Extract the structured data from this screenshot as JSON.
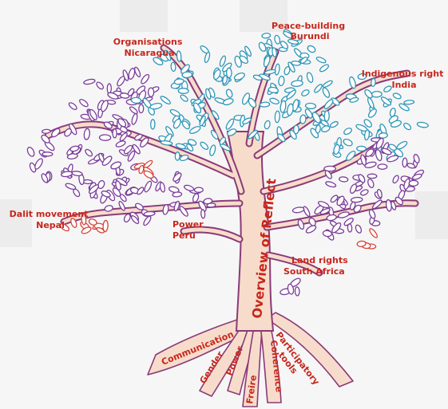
{
  "diagram": {
    "trunk_label": "Overview of Reflect",
    "branches": {
      "organisations": [
        "Organisations",
        "Nicaragua"
      ],
      "peace": [
        "Peace-building",
        "Burundi"
      ],
      "indigenous": [
        "Indigenous right",
        "India"
      ],
      "dalit": [
        "Dalit movement",
        "Nepal"
      ],
      "power_peru": [
        "Power",
        "Peru"
      ],
      "land": [
        "Land rights",
        "South Africa"
      ]
    },
    "roots": {
      "communication": "Communication",
      "gender": "Gender",
      "power": "Power",
      "freire": "Freire",
      "coherence": "Coherence",
      "participatory": [
        "Participatory",
        "tools"
      ]
    }
  },
  "colors": {
    "label": "#c8261c",
    "trunk_fill": "#f7dccb",
    "trunk_stroke": "#8a3a78",
    "leaf_purple": "#7a3d9a",
    "leaf_blue": "#2f96b8",
    "leaf_red": "#d8443a",
    "background": "#f6f6f6"
  }
}
